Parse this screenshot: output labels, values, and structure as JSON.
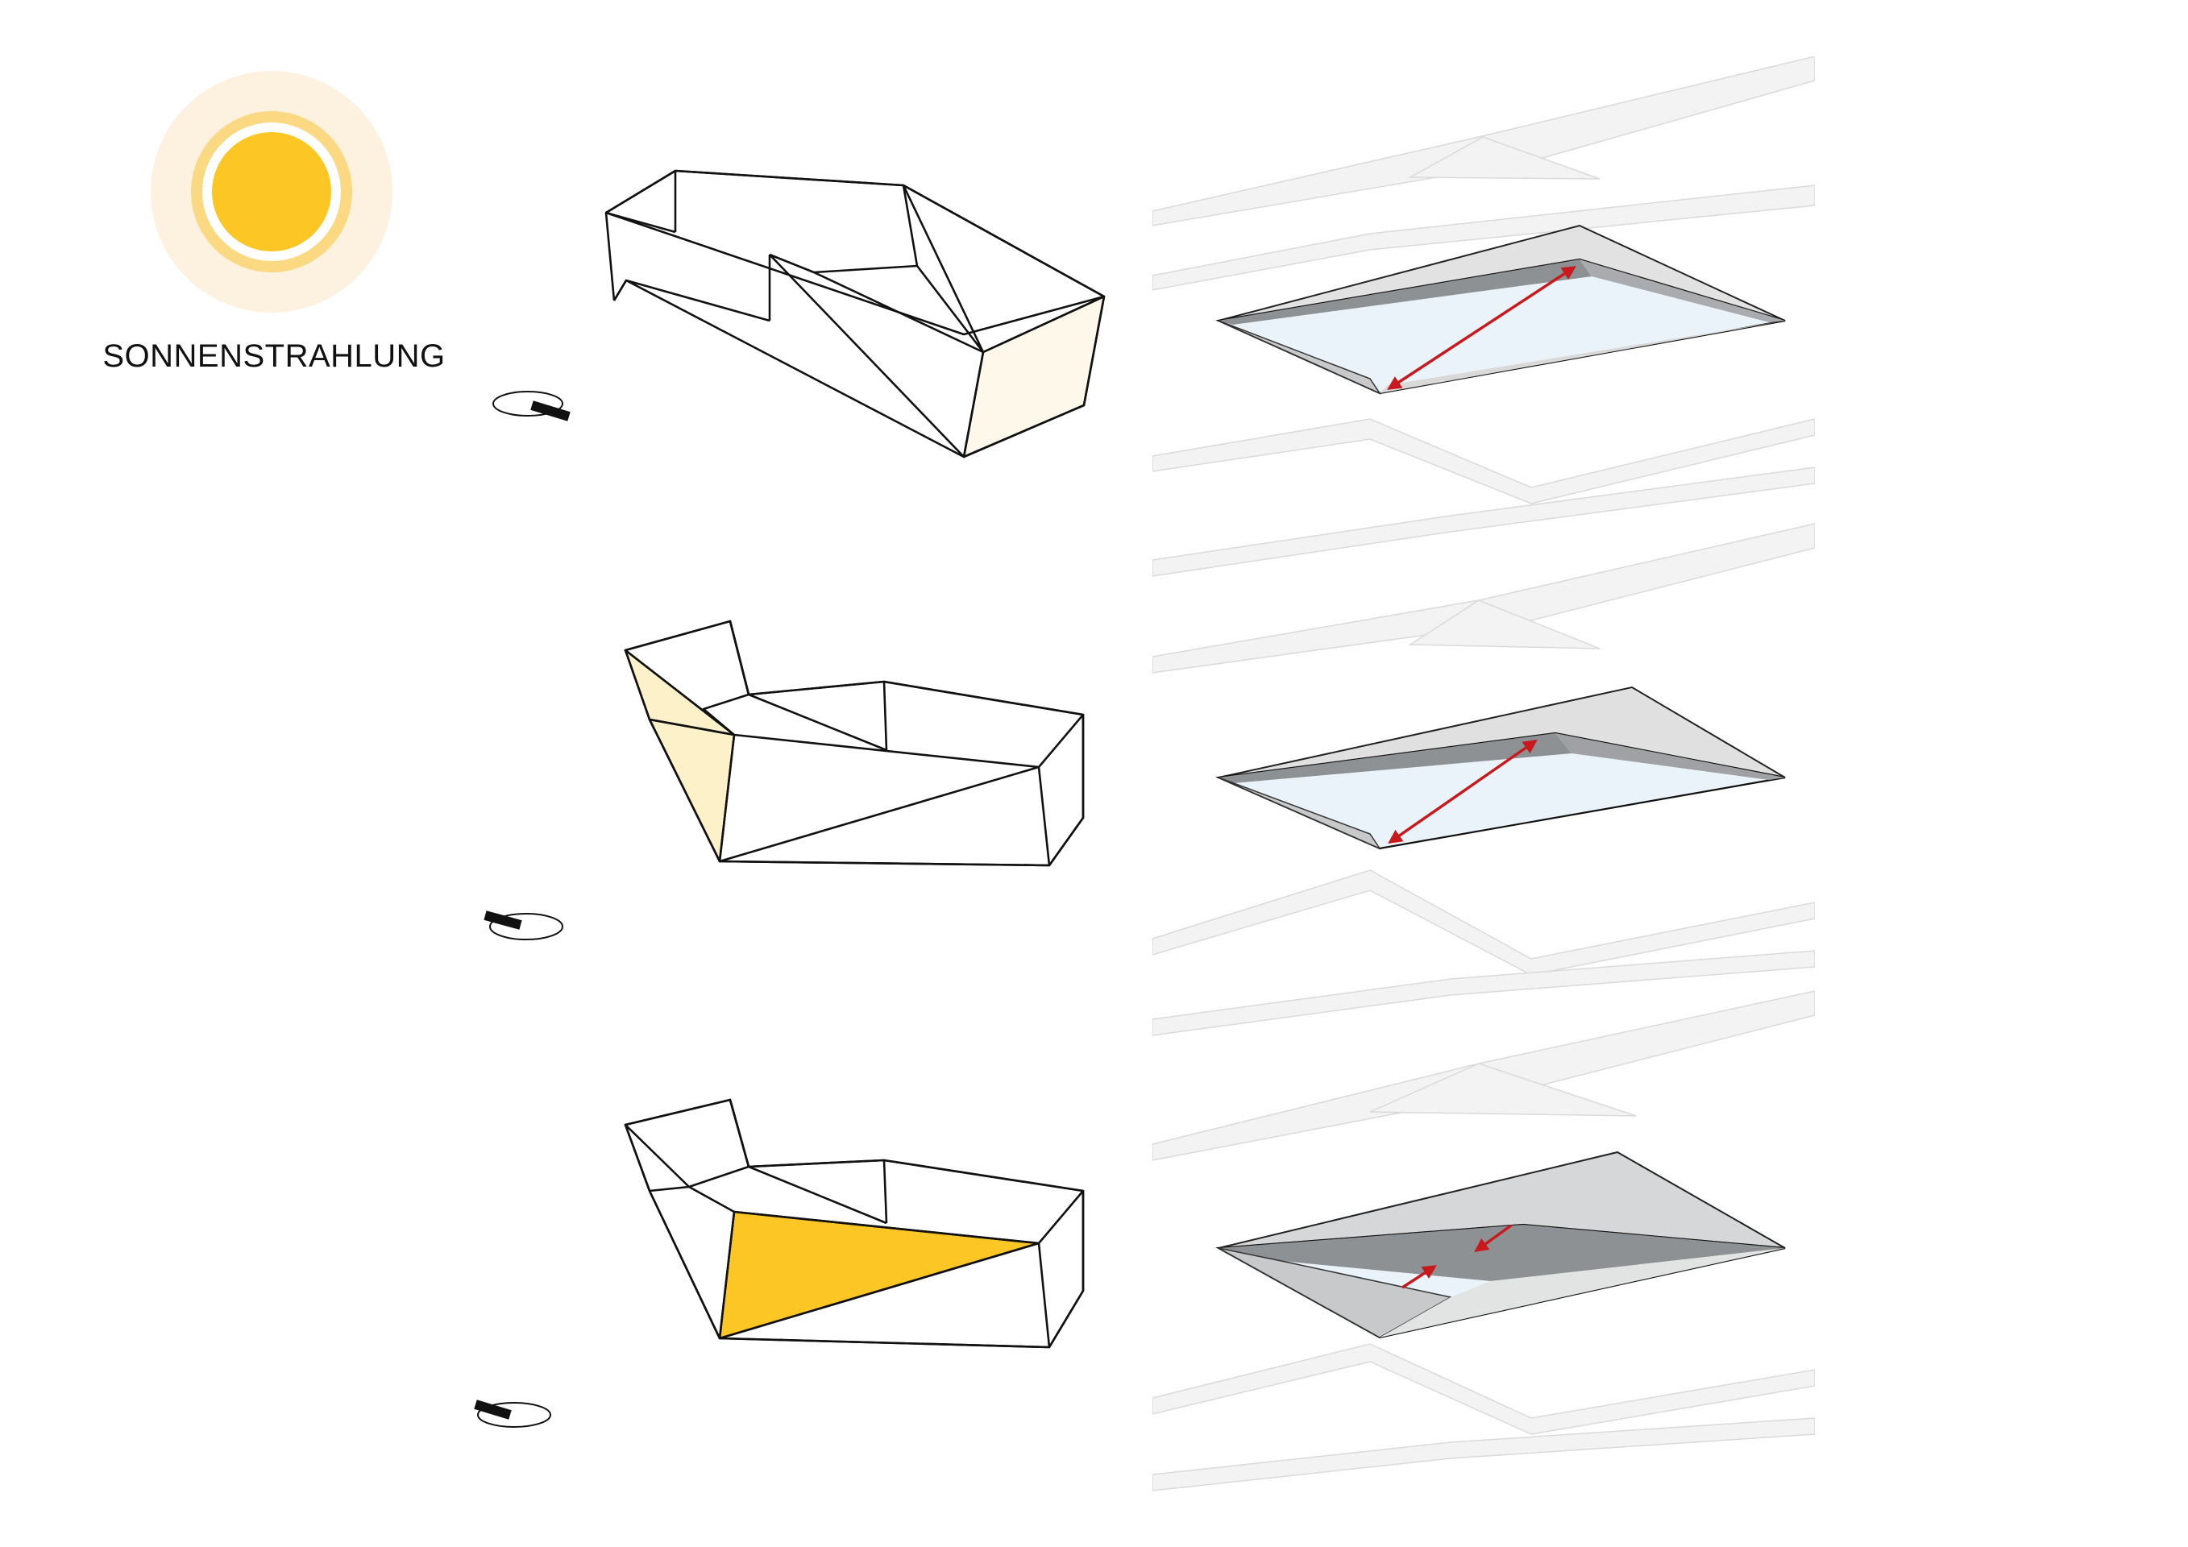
{
  "title": "SONNENSTRAHLUNG",
  "icon": "sun-icon",
  "colors": {
    "sun_core": "#fcc724",
    "sun_inner_ring": "#fbd983",
    "sun_outer_halo": "#fdf1df",
    "face_light": "#fdf8ea",
    "face_medium": "#fcf1c8",
    "face_full": "#fcc724",
    "glass": "#eef5fa",
    "arrow": "#c8191d",
    "panel_dark": "#8f9194",
    "panel_mid": "#d4d5d6",
    "panel_light": "#ececec"
  },
  "states": [
    {
      "state": "open",
      "sun_exposure": "low"
    },
    {
      "state": "partially-open",
      "sun_exposure": "medium"
    },
    {
      "state": "closed",
      "sun_exposure": "high"
    }
  ]
}
